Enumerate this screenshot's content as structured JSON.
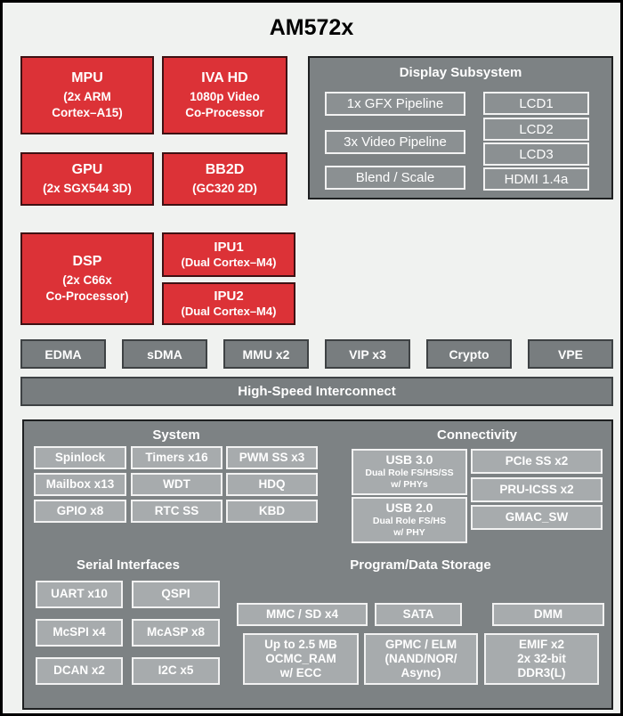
{
  "title": "AM572x",
  "cores": {
    "mpu": {
      "name": "MPU",
      "detail": "(2x ARM\nCortex–A15)"
    },
    "iva": {
      "name": "IVA HD",
      "detail": "1080p Video\nCo-Processor"
    },
    "gpu": {
      "name": "GPU",
      "detail": "(2x SGX544 3D)"
    },
    "bb2d": {
      "name": "BB2D",
      "detail": "(GC320 2D)"
    },
    "dsp": {
      "name": "DSP",
      "detail": "(2x C66x\nCo-Processor)"
    },
    "ipu1": {
      "name": "IPU1",
      "detail": "(Dual Cortex–M4)"
    },
    "ipu2": {
      "name": "IPU2",
      "detail": "(Dual Cortex–M4)"
    }
  },
  "display_subsystem": {
    "title": "Display Subsystem",
    "pipelines": [
      "1x GFX Pipeline",
      "3x Video Pipeline",
      "Blend / Scale"
    ],
    "outputs": [
      "LCD1",
      "LCD2",
      "LCD3",
      "HDMI 1.4a"
    ]
  },
  "dma_row": [
    "EDMA",
    "sDMA",
    "MMU x2",
    "VIP x3",
    "Crypto",
    "VPE"
  ],
  "interconnect": "High-Speed Interconnect",
  "system": {
    "title": "System",
    "items": [
      "Spinlock",
      "Timers x16",
      "PWM SS x3",
      "Mailbox x13",
      "WDT",
      "HDQ",
      "GPIO x8",
      "RTC SS",
      "KBD"
    ]
  },
  "connectivity": {
    "title": "Connectivity",
    "usb": [
      {
        "name": "USB 3.0",
        "detail": "Dual Role FS/HS/SS\nw/ PHYs"
      },
      {
        "name": "USB 2.0",
        "detail": "Dual Role FS/HS\nw/ PHY"
      }
    ],
    "items": [
      "PCIe SS x2",
      "PRU-ICSS x2",
      "GMAC_SW"
    ]
  },
  "serial": {
    "title": "Serial Interfaces",
    "items": [
      "UART x10",
      "QSPI",
      "McSPI x4",
      "McASP x8",
      "DCAN x2",
      "I2C x5"
    ]
  },
  "storage": {
    "title": "Program/Data Storage",
    "small_items": [
      "MMC / SD x4",
      "SATA",
      "DMM"
    ],
    "large_items": [
      "Up to 2.5 MB\nOCMC_RAM\nw/ ECC",
      "GPMC / ELM\n(NAND/NOR/\nAsync)",
      "EMIF x2\n2x 32-bit\nDDR3(L)"
    ]
  },
  "colors": {
    "accent_red": "#DC3237",
    "container_gray": "#7D8284",
    "chip_gray": "#A7ABAD",
    "background": "#F0F2F0"
  }
}
